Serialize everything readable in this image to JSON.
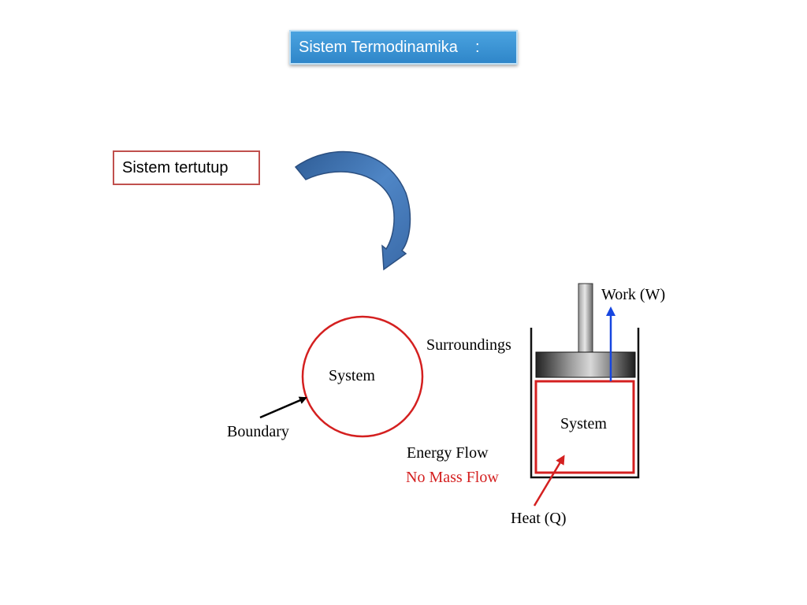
{
  "header": {
    "title": "Sistem Termodinamika",
    "colon": ":"
  },
  "callout": {
    "label": "Sistem tertutup"
  },
  "colors": {
    "title_bg": "#3894d6",
    "boundary": "#d42020",
    "arrow_blue": "#4a78b8",
    "work_arrow": "#1646e0"
  },
  "open_diagram": {
    "system": "System",
    "surroundings": "Surroundings",
    "boundary": "Boundary",
    "energy_flow": "Energy Flow",
    "no_mass_flow": "No Mass Flow"
  },
  "piston_diagram": {
    "work": "Work (W)",
    "system": "System",
    "heat": "Heat (Q)"
  }
}
